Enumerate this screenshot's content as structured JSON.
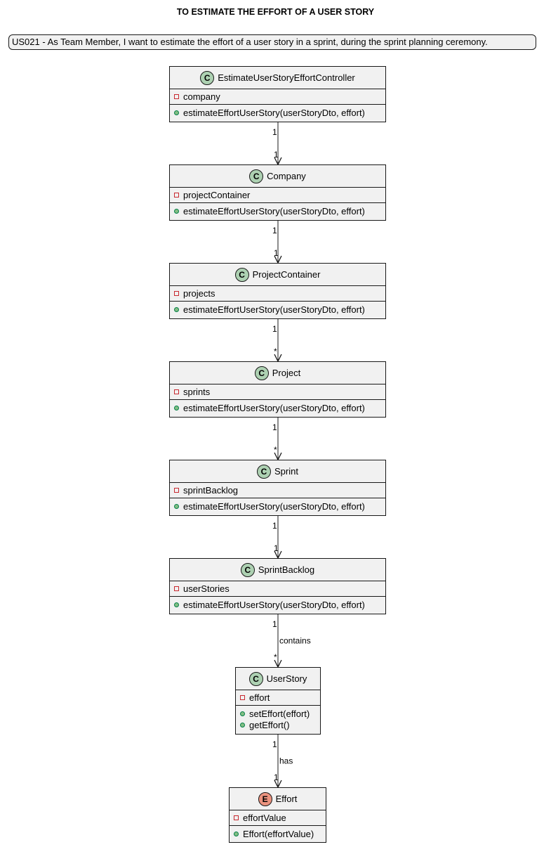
{
  "title": "TO ESTIMATE THE EFFORT OF A USER STORY",
  "note": "US021 - As Team Member, I want to estimate the effort of a user story in a sprint, during the sprint planning ceremony.",
  "classes": [
    {
      "name": "EstimateUserStoryEffortController",
      "stereotype": "C",
      "attribute": "company",
      "methods": [
        "estimateEffortUserStory(userStoryDto, effort)"
      ]
    },
    {
      "name": "Company",
      "stereotype": "C",
      "attribute": "projectContainer",
      "methods": [
        "estimateEffortUserStory(userStoryDto, effort)"
      ]
    },
    {
      "name": "ProjectContainer",
      "stereotype": "C",
      "attribute": "projects",
      "methods": [
        "estimateEffortUserStory(userStoryDto, effort)"
      ]
    },
    {
      "name": "Project",
      "stereotype": "C",
      "attribute": "sprints",
      "methods": [
        "estimateEffortUserStory(userStoryDto, effort)"
      ]
    },
    {
      "name": "Sprint",
      "stereotype": "C",
      "attribute": "sprintBacklog",
      "methods": [
        "estimateEffortUserStory(userStoryDto, effort)"
      ]
    },
    {
      "name": "SprintBacklog",
      "stereotype": "C",
      "attribute": "userStories",
      "methods": [
        "estimateEffortUserStory(userStoryDto, effort)"
      ]
    },
    {
      "name": "UserStory",
      "stereotype": "C",
      "attribute": "effort",
      "methods": [
        "setEffort(effort)",
        "getEffort()"
      ]
    },
    {
      "name": "Effort",
      "stereotype": "E",
      "attribute": "effortValue",
      "methods": [
        "Effort(effortValue)"
      ]
    }
  ],
  "associations": [
    {
      "from": "EstimateUserStoryEffortController",
      "to": "Company",
      "src_mult": "1",
      "dst_mult": "1",
      "label": ""
    },
    {
      "from": "Company",
      "to": "ProjectContainer",
      "src_mult": "1",
      "dst_mult": "1",
      "label": ""
    },
    {
      "from": "ProjectContainer",
      "to": "Project",
      "src_mult": "1",
      "dst_mult": "*",
      "label": ""
    },
    {
      "from": "Project",
      "to": "Sprint",
      "src_mult": "1",
      "dst_mult": "*",
      "label": ""
    },
    {
      "from": "Sprint",
      "to": "SprintBacklog",
      "src_mult": "1",
      "dst_mult": "1",
      "label": ""
    },
    {
      "from": "SprintBacklog",
      "to": "UserStory",
      "src_mult": "1",
      "dst_mult": "*",
      "label": "contains"
    },
    {
      "from": "UserStory",
      "to": "Effort",
      "src_mult": "1",
      "dst_mult": "1",
      "label": "has"
    }
  ]
}
